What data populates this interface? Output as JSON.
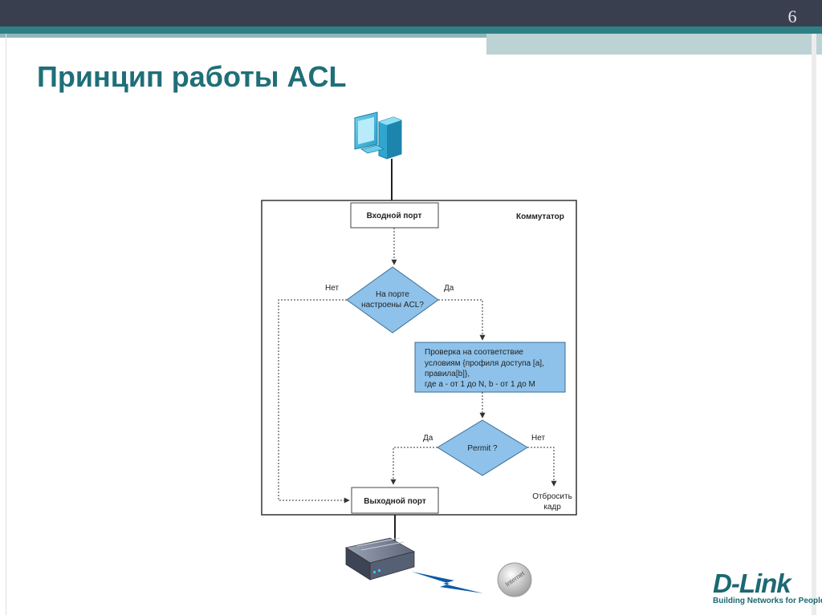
{
  "slide": {
    "page_number": "6",
    "title": "Принцип работы ACL"
  },
  "diagram": {
    "switch_label": "Коммутатор",
    "input_port": "Входной порт",
    "acl_question_line1": "На порте",
    "acl_question_line2": "настроены ACL?",
    "acl_no": "Нет",
    "acl_yes": "Да",
    "check_line1": "Проверка на соответствие",
    "check_line2": "условиям {профиля доступа [a],",
    "check_line3": "правила[b]},",
    "check_line4": "где a - от 1 до N, b - от 1 до M",
    "permit_question": "Permit ?",
    "permit_yes": "Да",
    "permit_no": "Нет",
    "discard_line1": "Отбросить",
    "discard_line2": "кадр",
    "output_port": "Выходной порт",
    "internet_label": "Internet"
  },
  "logo": {
    "brand": "D-Link",
    "tagline": "Building Networks for People"
  },
  "colors": {
    "title": "#1f6f78",
    "decision_fill": "#8ec2ea",
    "process_fill": "#8ec2ea",
    "topbar": "#3a3f4f",
    "accent_stripe": "#2f7f85"
  }
}
